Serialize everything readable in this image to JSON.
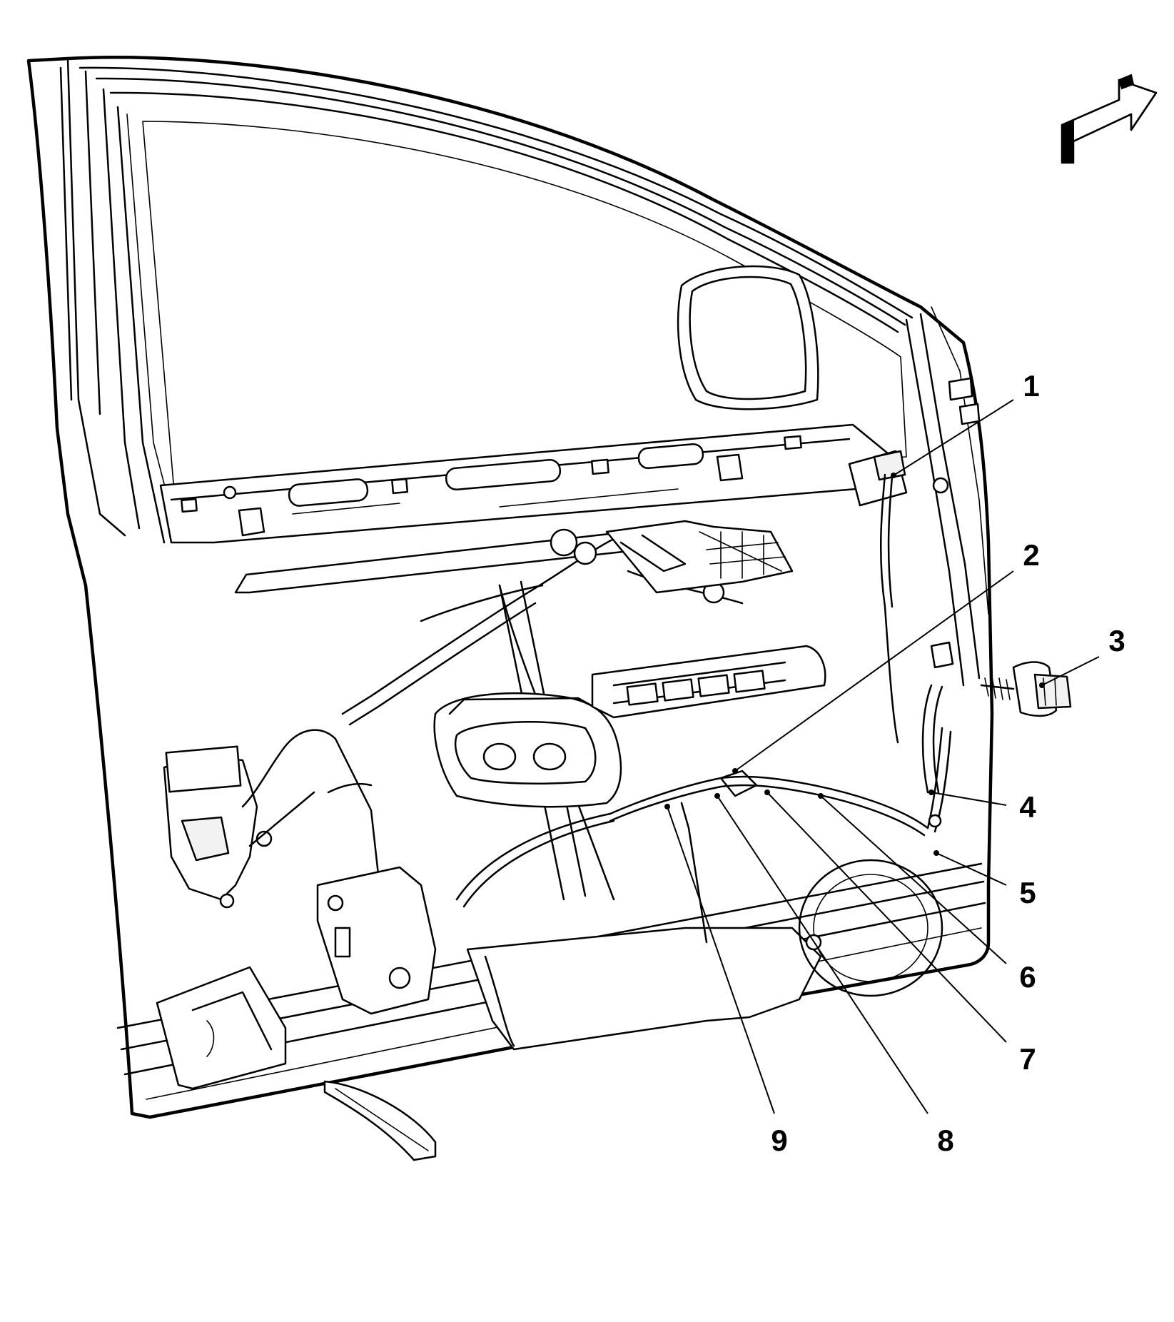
{
  "diagram": {
    "subject": "front door module wiring",
    "direction_arrow": "forward-arrow-icon",
    "callouts": [
      {
        "id": "callout-1",
        "label": "1"
      },
      {
        "id": "callout-2",
        "label": "2"
      },
      {
        "id": "callout-3",
        "label": "3"
      },
      {
        "id": "callout-4",
        "label": "4"
      },
      {
        "id": "callout-5",
        "label": "5"
      },
      {
        "id": "callout-6",
        "label": "6"
      },
      {
        "id": "callout-7",
        "label": "7"
      },
      {
        "id": "callout-8",
        "label": "8"
      },
      {
        "id": "callout-9",
        "label": "9"
      }
    ],
    "colors": {
      "line": "#000000",
      "background": "#ffffff"
    }
  }
}
